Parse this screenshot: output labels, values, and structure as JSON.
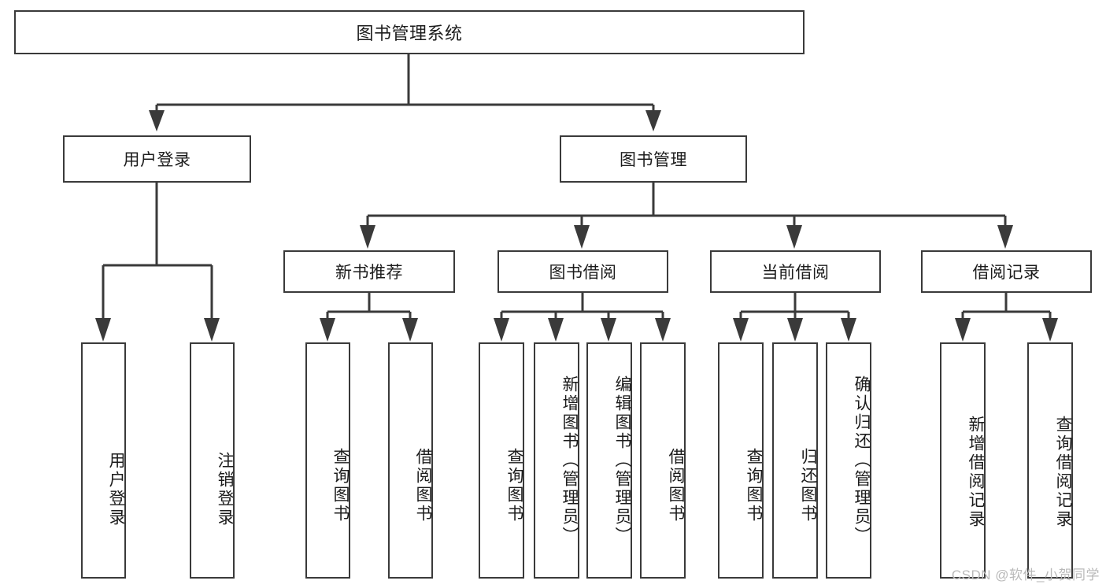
{
  "diagram": {
    "title": "图书管理系统",
    "type": "tree-structure-chart",
    "orientation": "top-down",
    "colors": {
      "box_border": "#3a3a3a",
      "box_fill": "#ffffff",
      "connector": "#3a3a3a",
      "text": "#1c1c1c",
      "watermark": "#b9b9b9"
    }
  },
  "root": {
    "label": "图书管理系统"
  },
  "level1": [
    {
      "label": "用户登录"
    },
    {
      "label": "图书管理"
    }
  ],
  "level2": [
    {
      "label": "新书推荐"
    },
    {
      "label": "图书借阅"
    },
    {
      "label": "当前借阅"
    },
    {
      "label": "借阅记录"
    }
  ],
  "leaves": {
    "user_login": [
      {
        "label": "用户登录"
      },
      {
        "label": "注销登录"
      }
    ],
    "new_book_recommend": [
      {
        "label": "查询图书"
      },
      {
        "label": "借阅图书"
      }
    ],
    "book_borrow": [
      {
        "label": "查询图书"
      },
      {
        "label": "新增图书（管理员）"
      },
      {
        "label": "编辑图书（管理员）"
      },
      {
        "label": "借阅图书"
      }
    ],
    "current_borrow": [
      {
        "label": "查询图书"
      },
      {
        "label": "归还图书"
      },
      {
        "label": "确认归还（管理员）"
      }
    ],
    "borrow_record": [
      {
        "label": "新增借阅记录"
      },
      {
        "label": "查询借阅记录"
      }
    ]
  },
  "watermark": {
    "text": "CSDN @软件_小贺同学"
  }
}
